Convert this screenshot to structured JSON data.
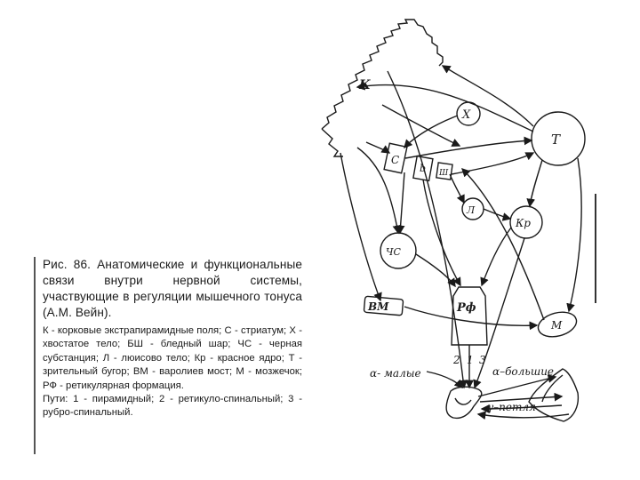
{
  "caption": {
    "heading": "Рис. 86. Анатомические и функциональные связи внутри нервной системы, участвующие в регуляции мышечного тонуса (А.М. Вейн).",
    "legend_lines": [
      "К - корковые экстрапирамидные поля; С - стриатум; Х - хвостатое тело; БШ - бледный шар; ЧС - черная субстанция; Л - люисово тело; Кр - красное ядро; Т - зрительный бугор; ВМ - варолиев мост; М - мозжечок; РФ - ретикулярная формация.",
      "Пути: 1 - пирамидный; 2 - ретикуло-спинальный; 3 - рубро-спинальный."
    ]
  },
  "diagram": {
    "labels": {
      "cortex": "К",
      "caudate": "Х",
      "thalamus": "Т",
      "striatum": "С",
      "b_box": "b",
      "globus_pallidus": "Ш",
      "luys": "Л",
      "red_nucleus": "Кр",
      "substantia_nigra": "ЧС",
      "reticular": "Рф",
      "pons": "ВМ",
      "cerebellum": "М",
      "alpha_small": "α- малые",
      "alpha_large": "α–большие",
      "gamma_loop": "γ–петля",
      "path_1": "1",
      "path_2": "2",
      "path_3": "3"
    }
  }
}
